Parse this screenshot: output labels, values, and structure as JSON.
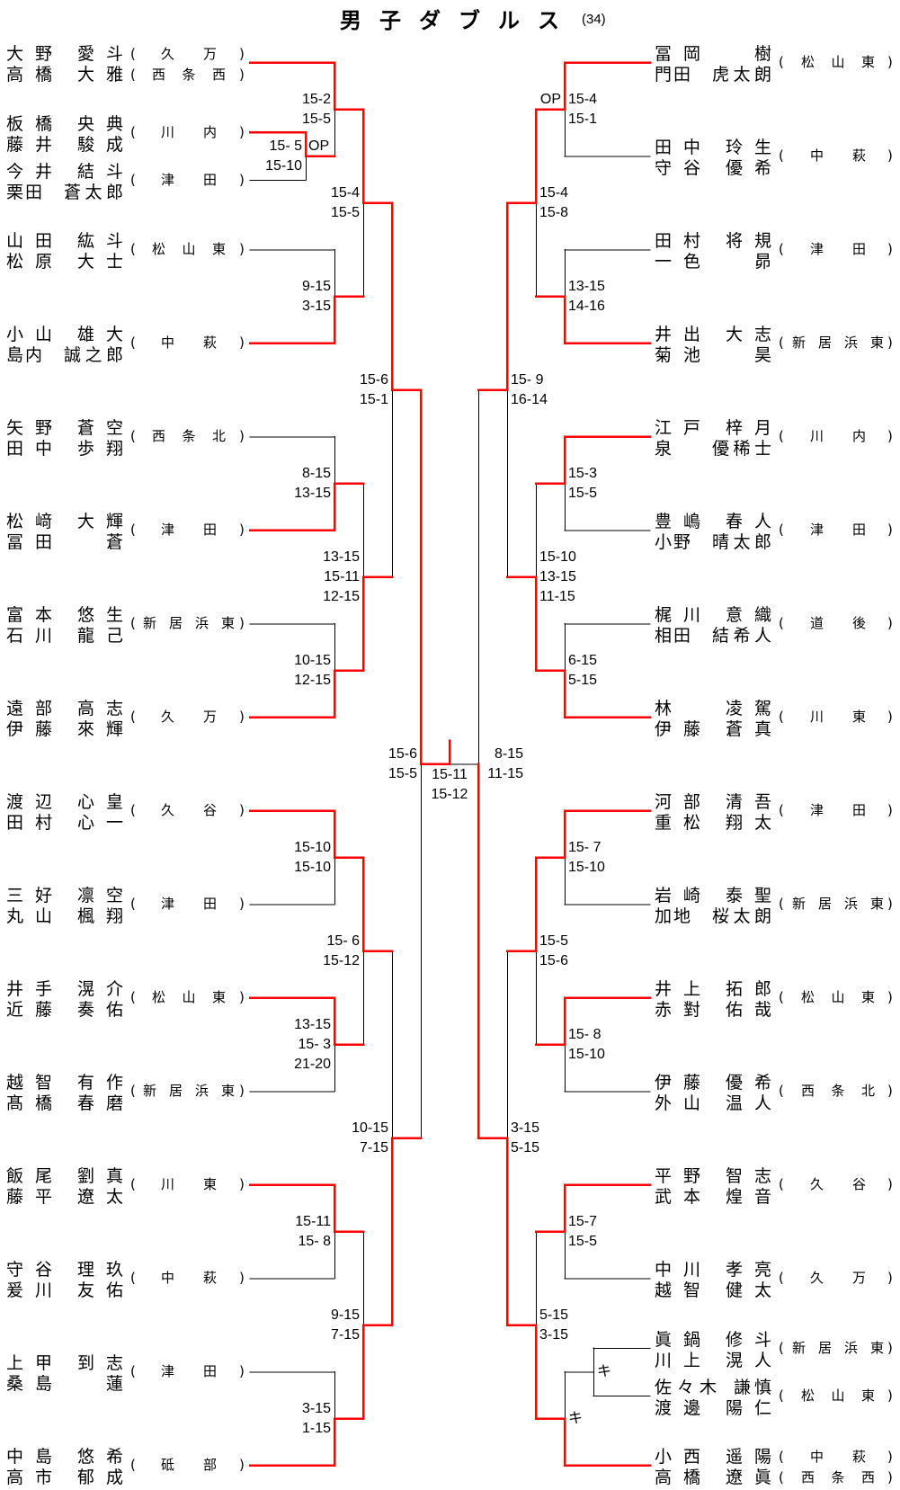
{
  "header": {
    "title": "男子ダブルス",
    "count": "(34)"
  },
  "style": {
    "win_color": "#ff0000",
    "line_color": "#000000"
  },
  "format": {
    "school_open": "(",
    "school_close": ")"
  },
  "left": {
    "slots": [
      {
        "entry": {
          "players": [
            {
              "family": "大野",
              "given": "愛斗",
              "school": "久万"
            },
            {
              "family": "高橋",
              "given": "大雅",
              "school": "西条西"
            }
          ]
        }
      },
      {
        "prelim": {
          "entries": [
            {
              "players": [
                {
                  "family": "板橋",
                  "given": "央典"
                },
                {
                  "family": "藤井",
                  "given": "駿成"
                }
              ],
              "school": "川内"
            },
            {
              "players": [
                {
                  "family": "今井",
                  "given": "結斗"
                },
                {
                  "family": "栗田",
                  "given": "蒼太郎"
                }
              ],
              "school": "津田"
            }
          ],
          "scores": [
            "15- 5",
            "15-10"
          ],
          "winner": 0,
          "note": "OP"
        }
      },
      {
        "entry": {
          "players": [
            {
              "family": "山田",
              "given": "紘斗"
            },
            {
              "family": "松原",
              "given": "大士"
            }
          ],
          "school": "松山東"
        }
      },
      {
        "entry": {
          "players": [
            {
              "family": "小山",
              "given": "雄大"
            },
            {
              "family": "島内",
              "given": "誠之郎"
            }
          ],
          "school": "中萩"
        }
      },
      {
        "entry": {
          "players": [
            {
              "family": "矢野",
              "given": "蒼空"
            },
            {
              "family": "田中",
              "given": "歩翔"
            }
          ],
          "school": "西条北"
        }
      },
      {
        "entry": {
          "players": [
            {
              "family": "松﨑",
              "given": "大輝"
            },
            {
              "family": "冨田",
              "given": "蒼"
            }
          ],
          "school": "津田"
        }
      },
      {
        "entry": {
          "players": [
            {
              "family": "富本",
              "given": "悠生"
            },
            {
              "family": "石川",
              "given": "龍己"
            }
          ],
          "school": "新居浜東"
        }
      },
      {
        "entry": {
          "players": [
            {
              "family": "遠部",
              "given": "高志"
            },
            {
              "family": "伊藤",
              "given": "來輝"
            }
          ],
          "school": "久万"
        }
      },
      {
        "entry": {
          "players": [
            {
              "family": "渡辺",
              "given": "心皇"
            },
            {
              "family": "田村",
              "given": "心一"
            }
          ],
          "school": "久谷"
        }
      },
      {
        "entry": {
          "players": [
            {
              "family": "三好",
              "given": "凛空"
            },
            {
              "family": "丸山",
              "given": "楓翔"
            }
          ],
          "school": "津田"
        }
      },
      {
        "entry": {
          "players": [
            {
              "family": "井手",
              "given": "滉介"
            },
            {
              "family": "近藤",
              "given": "奏佑"
            }
          ],
          "school": "松山東"
        }
      },
      {
        "entry": {
          "players": [
            {
              "family": "越智",
              "given": "有作"
            },
            {
              "family": "髙橋",
              "given": "春磨"
            }
          ],
          "school": "新居浜東"
        }
      },
      {
        "entry": {
          "players": [
            {
              "family": "飯尾",
              "given": "劉真"
            },
            {
              "family": "藤平",
              "given": "遼太"
            }
          ],
          "school": "川東"
        }
      },
      {
        "entry": {
          "players": [
            {
              "family": "守谷",
              "given": "理玖"
            },
            {
              "family": "爰川",
              "given": "友佑"
            }
          ],
          "school": "中萩"
        }
      },
      {
        "entry": {
          "players": [
            {
              "family": "上甲",
              "given": "到志"
            },
            {
              "family": "桑島",
              "given": "蓮"
            }
          ],
          "school": "津田"
        }
      },
      {
        "entry": {
          "players": [
            {
              "family": "中島",
              "given": "悠希"
            },
            {
              "family": "高市",
              "given": "郁成"
            }
          ],
          "school": "砥部"
        }
      }
    ],
    "rounds": [
      [
        {
          "scores": [
            "15-2",
            "15-5"
          ],
          "winner": 0
        },
        {
          "scores": [
            "9-15",
            "3-15"
          ],
          "winner": 1
        },
        {
          "scores": [
            "8-15",
            "13-15"
          ],
          "winner": 1
        },
        {
          "scores": [
            "10-15",
            "12-15"
          ],
          "winner": 1
        },
        {
          "scores": [
            "15-10",
            "15-10"
          ],
          "winner": 0
        },
        {
          "scores": [
            "13-15",
            "15- 3",
            "21-20"
          ],
          "winner": 0
        },
        {
          "scores": [
            "15-11",
            "15- 8"
          ],
          "winner": 0
        },
        {
          "scores": [
            "3-15",
            "1-15"
          ],
          "winner": 1
        }
      ],
      [
        {
          "scores": [
            "15-4",
            "15-5"
          ],
          "winner": 0
        },
        {
          "scores": [
            "13-15",
            "15-11",
            "12-15"
          ],
          "winner": 1
        },
        {
          "scores": [
            "15- 6",
            "15-12"
          ],
          "winner": 0
        },
        {
          "scores": [
            "9-15",
            "7-15"
          ],
          "winner": 1
        }
      ],
      [
        {
          "scores": [
            "15-6",
            "15-1"
          ],
          "winner": 0
        },
        {
          "scores": [
            "10-15",
            "7-15"
          ],
          "winner": 1
        }
      ],
      [
        {
          "scores": [
            "15-6",
            "15-5"
          ],
          "winner": 0
        }
      ]
    ]
  },
  "right": {
    "slots": [
      {
        "entry": {
          "players": [
            {
              "family": "冨岡",
              "given": "樹"
            },
            {
              "family": "門田",
              "given": "虎太朗"
            }
          ],
          "school": "松山東"
        }
      },
      {
        "entry": {
          "players": [
            {
              "family": "田中",
              "given": "玲生"
            },
            {
              "family": "守谷",
              "given": "優希"
            }
          ],
          "school": "中萩"
        }
      },
      {
        "entry": {
          "players": [
            {
              "family": "田村",
              "given": "将規"
            },
            {
              "family": "一色",
              "given": "昴"
            }
          ],
          "school": "津田"
        }
      },
      {
        "entry": {
          "players": [
            {
              "family": "井出",
              "given": "大志"
            },
            {
              "family": "菊池",
              "given": "昊"
            }
          ],
          "school": "新居浜東"
        }
      },
      {
        "entry": {
          "players": [
            {
              "family": "江戸",
              "given": "梓月"
            },
            {
              "family": "泉",
              "given": "優稀士"
            }
          ],
          "school": "川内"
        }
      },
      {
        "entry": {
          "players": [
            {
              "family": "豊嶋",
              "given": "春人"
            },
            {
              "family": "小野",
              "given": "晴太郎"
            }
          ],
          "school": "津田"
        }
      },
      {
        "entry": {
          "players": [
            {
              "family": "梶川",
              "given": "意織"
            },
            {
              "family": "相田",
              "given": "結希人"
            }
          ],
          "school": "道後"
        }
      },
      {
        "entry": {
          "players": [
            {
              "family": "林",
              "given": "凌駕"
            },
            {
              "family": "伊藤",
              "given": "蒼真"
            }
          ],
          "school": "川東"
        }
      },
      {
        "entry": {
          "players": [
            {
              "family": "河部",
              "given": "清吾"
            },
            {
              "family": "重松",
              "given": "翔太"
            }
          ],
          "school": "津田"
        }
      },
      {
        "entry": {
          "players": [
            {
              "family": "岩崎",
              "given": "泰聖"
            },
            {
              "family": "加地",
              "given": "桜太朗"
            }
          ],
          "school": "新居浜東"
        }
      },
      {
        "entry": {
          "players": [
            {
              "family": "井上",
              "given": "拓郎"
            },
            {
              "family": "赤對",
              "given": "佑哉"
            }
          ],
          "school": "松山東"
        }
      },
      {
        "entry": {
          "players": [
            {
              "family": "伊藤",
              "given": "優希"
            },
            {
              "family": "外山",
              "given": "温人"
            }
          ],
          "school": "西条北"
        }
      },
      {
        "entry": {
          "players": [
            {
              "family": "平野",
              "given": "智志"
            },
            {
              "family": "武本",
              "given": "煌音"
            }
          ],
          "school": "久谷"
        }
      },
      {
        "entry": {
          "players": [
            {
              "family": "中川",
              "given": "孝亮"
            },
            {
              "family": "越智",
              "given": "健太"
            }
          ],
          "school": "久万"
        }
      },
      {
        "prelim": {
          "entries": [
            {
              "players": [
                {
                  "family": "眞鍋",
                  "given": "修斗"
                },
                {
                  "family": "川上",
                  "given": "滉人"
                }
              ],
              "school": "新居浜東"
            },
            {
              "players": [
                {
                  "family": "佐々木",
                  "given": "謙慎"
                },
                {
                  "family": "渡邊",
                  "given": "陽仁"
                }
              ],
              "school": "松山東"
            }
          ],
          "scores": [
            "キ"
          ],
          "winner": null
        }
      },
      {
        "entry": {
          "players": [
            {
              "family": "小西",
              "given": "遥陽",
              "school": "中萩"
            },
            {
              "family": "高橋",
              "given": "遼眞",
              "school": "西条西"
            }
          ]
        }
      }
    ],
    "rounds": [
      [
        {
          "scores": [
            "15-4",
            "15-1"
          ],
          "winner": 0,
          "note": "OP"
        },
        {
          "scores": [
            "13-15",
            "14-16"
          ],
          "winner": 1
        },
        {
          "scores": [
            "15-3",
            "15-5"
          ],
          "winner": 0
        },
        {
          "scores": [
            "6-15",
            "5-15"
          ],
          "winner": 1
        },
        {
          "scores": [
            "15- 7",
            "15-10"
          ],
          "winner": 0
        },
        {
          "scores": [
            "15- 8",
            "15-10"
          ],
          "winner": 0
        },
        {
          "scores": [
            "15-7",
            "15-5"
          ],
          "winner": 0
        },
        {
          "scores": [
            "キ"
          ],
          "winner": 1
        }
      ],
      [
        {
          "scores": [
            "15-4",
            "15-8"
          ],
          "winner": 0
        },
        {
          "scores": [
            "15-10",
            "13-15",
            "11-15"
          ],
          "winner": 1
        },
        {
          "scores": [
            "15-5",
            "15-6"
          ],
          "winner": 0
        },
        {
          "scores": [
            "5-15",
            "3-15"
          ],
          "winner": 1
        }
      ],
      [
        {
          "scores": [
            "15- 9",
            "16-14"
          ],
          "winner": 0
        },
        {
          "scores": [
            "3-15",
            "5-15"
          ],
          "winner": 1
        }
      ],
      [
        {
          "scores": [
            "8-15",
            "11-15"
          ],
          "winner": 1
        }
      ]
    ]
  },
  "final": {
    "scores": [
      "15-11",
      "15-12"
    ],
    "winner": "left"
  }
}
